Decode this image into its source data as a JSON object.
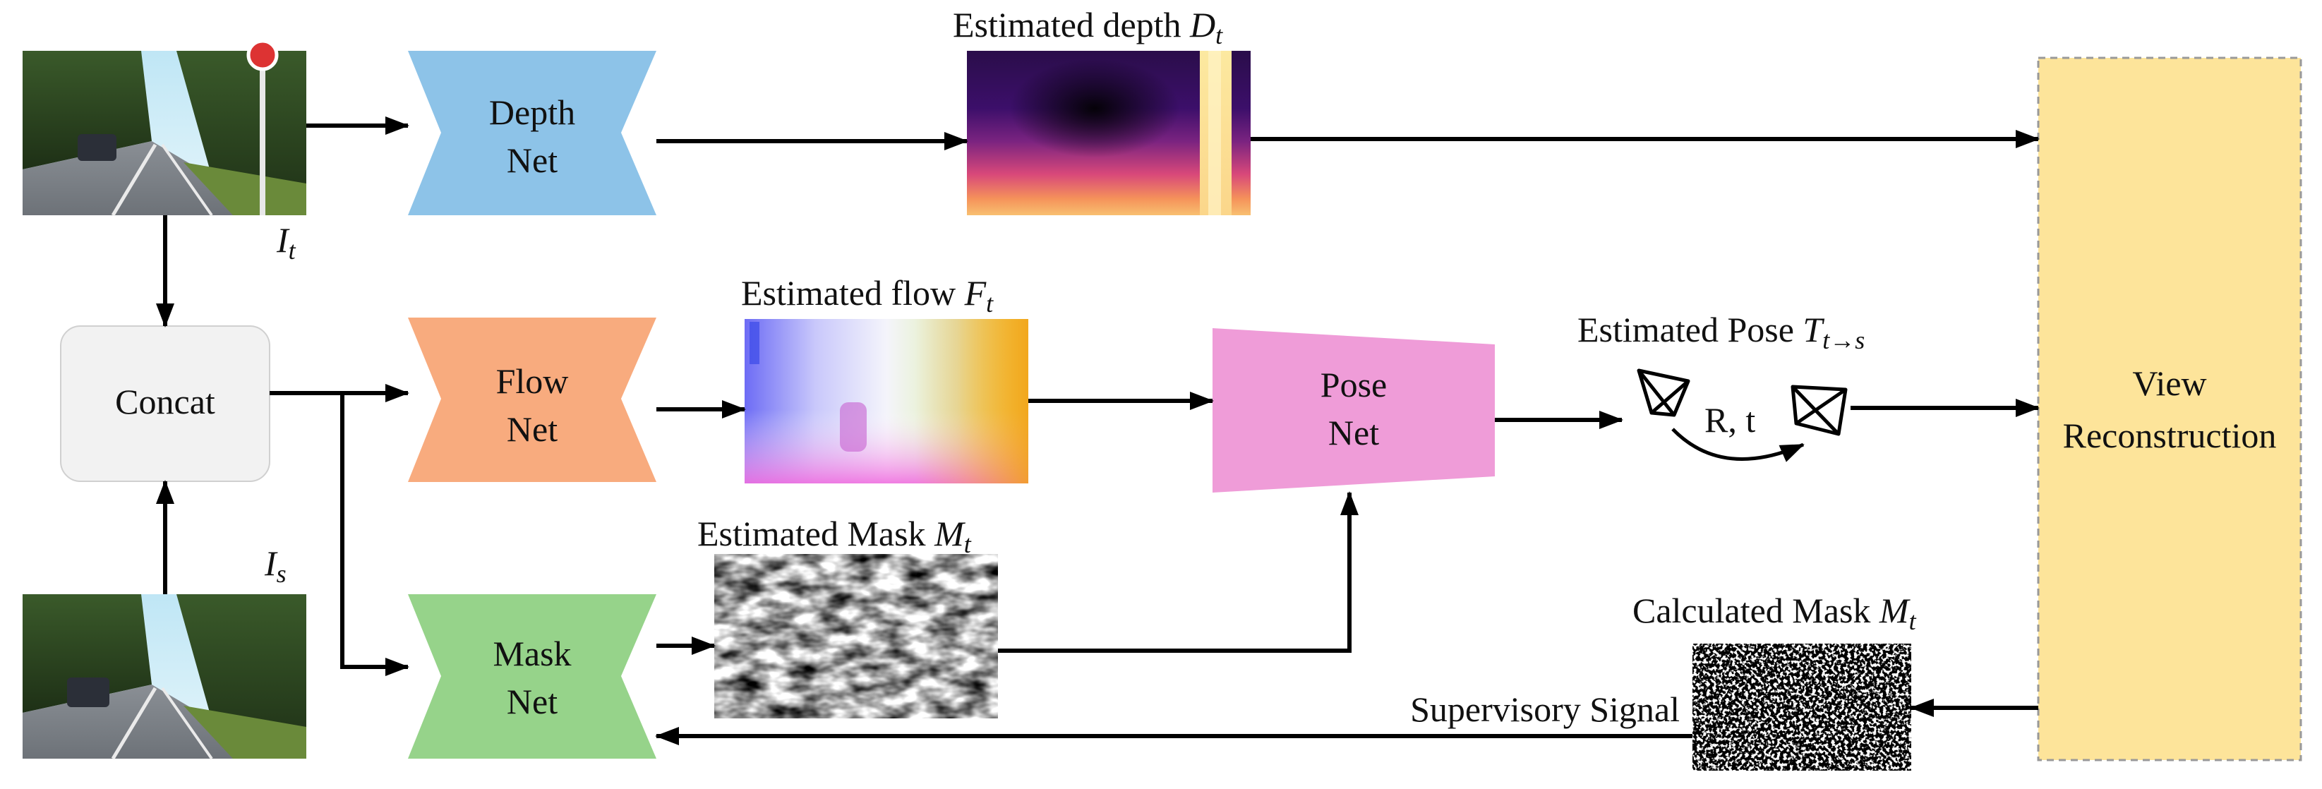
{
  "inputs": {
    "target_label": "I",
    "target_sub": "t",
    "source_label": "I",
    "source_sub": "s"
  },
  "concat": {
    "label": "Concat"
  },
  "depth_net": {
    "line1": "Depth",
    "line2": "Net",
    "color": "#8DC3E8"
  },
  "flow_net": {
    "line1": "Flow",
    "line2": "Net",
    "color": "#F8AB7E"
  },
  "mask_net": {
    "line1": "Mask",
    "line2": "Net",
    "color": "#96D38A"
  },
  "pose_net": {
    "line1": "Pose",
    "line2": "Net",
    "color": "#EF9CD8"
  },
  "depth_out": {
    "caption": "Estimated depth ",
    "symbol": "D",
    "sub": "t"
  },
  "flow_out": {
    "caption": "Estimated flow ",
    "symbol": "F",
    "sub": "t"
  },
  "mask_out": {
    "caption": "Estimated Mask ",
    "symbol": "M",
    "sub": "t"
  },
  "pose_out": {
    "caption": "Estimated Pose ",
    "symbol": "T",
    "sub": "t→s",
    "motion": "R, t"
  },
  "calc_mask": {
    "caption": "Calculated  Mask ",
    "symbol": "M",
    "sub": "t"
  },
  "supervisory": {
    "label": "Supervisory Signal"
  },
  "view_recon": {
    "line1": "View",
    "line2": "Reconstruction",
    "fill": "#FDE49A",
    "border": "#999999"
  }
}
